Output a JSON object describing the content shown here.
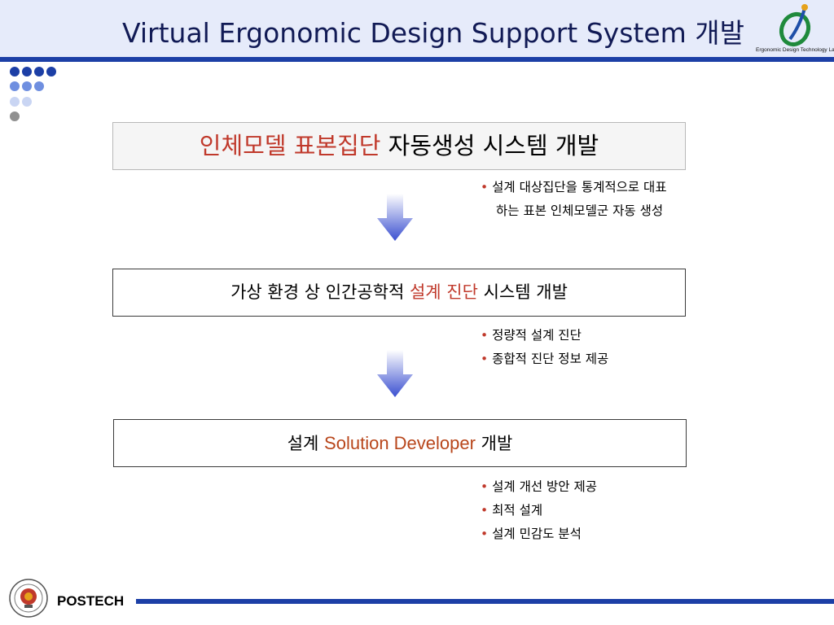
{
  "header": {
    "title": "Virtual Ergonomic Design Support System 개발",
    "logo_text": "Ergonomic Design Technology Lab"
  },
  "steps": [
    {
      "highlight": "인체모델 표본집단",
      "rest": "자동생성 시스템 개발",
      "bullets": [
        "설계 대상집단을 통계적으로 대표",
        "하는 표본 인체모델군 자동 생성"
      ]
    },
    {
      "pre": "가상 환경 상 인간공학적",
      "highlight": "설계 진단",
      "rest": "시스템 개발",
      "bullets": [
        "정량적 설계 진단",
        "종합적 진단 정보 제공"
      ]
    },
    {
      "pre": "설계",
      "highlight": "Solution Developer",
      "rest": "개발",
      "bullets": [
        "설계 개선 방안 제공",
        "최적 설계",
        "설계 민감도 분석"
      ]
    }
  ],
  "footer": {
    "brand": "POSTECH"
  },
  "colors": {
    "accent_blue": "#1c3fa6",
    "header_bg": "#e6ebfa",
    "highlight_red": "#c0392b"
  }
}
